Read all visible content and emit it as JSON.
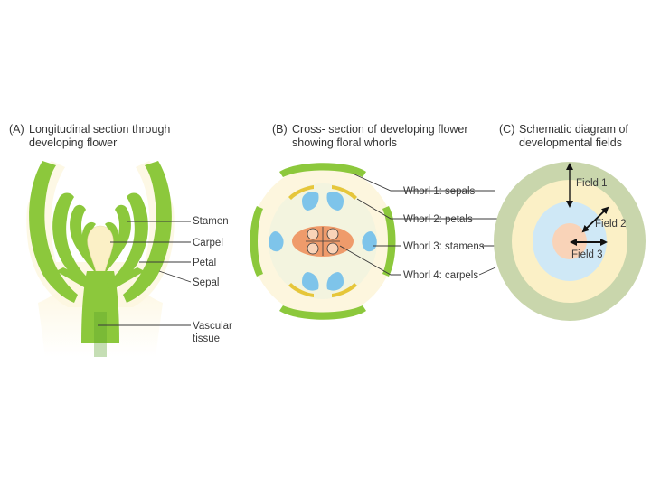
{
  "colors": {
    "green": "#8cc83c",
    "dark_green": "#5aa02a",
    "cream": "#fdf6de",
    "pale_green": "#eef3df",
    "yellow": "#e6c63a",
    "blue": "#7ec4ea",
    "light_blue": "#cfe8f6",
    "orange": "#ef9b6b",
    "peach": "#f9d3b8",
    "sage": "#c9d6ac",
    "pale_yellow": "#fbf0c6"
  },
  "panel_a": {
    "heading_letter": "(A)",
    "heading_line1": "Longitudinal section through",
    "heading_line2": "developing flower",
    "labels": {
      "stamen": "Stamen",
      "carpel": "Carpel",
      "petal": "Petal",
      "sepal": "Sepal",
      "vascular_line1": "Vascular",
      "vascular_line2": "tissue"
    }
  },
  "panel_b": {
    "heading_letter": "(B)",
    "heading_line1": "Cross- section of developing flower",
    "heading_line2": "showing floral whorls",
    "labels": {
      "whorl1": "Whorl 1: sepals",
      "whorl2": "Whorl 2: petals",
      "whorl3": "Whorl 3: stamens",
      "whorl4": "Whorl 4: carpels"
    }
  },
  "panel_c": {
    "heading_letter": "(C)",
    "heading_line1": "Schematic diagram of",
    "heading_line2": "developmental fields",
    "labels": {
      "field1": "Field 1",
      "field2": "Field 2",
      "field3": "Field 3"
    }
  }
}
